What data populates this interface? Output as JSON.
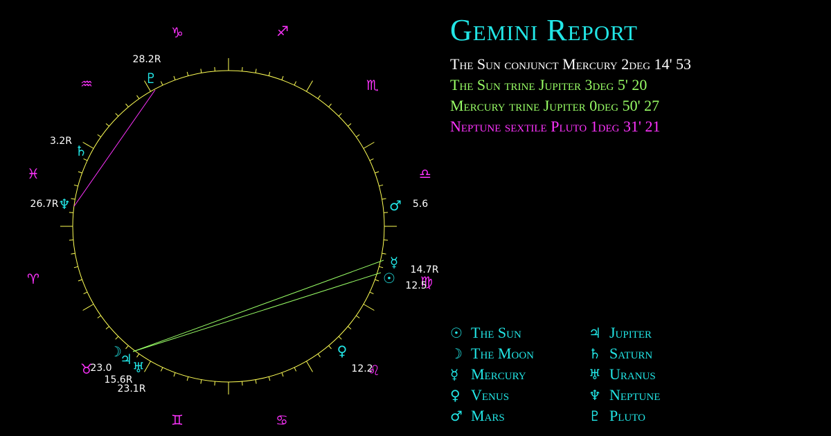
{
  "report": {
    "title": "Gemini Report",
    "title_color": "#22e6e6",
    "aspects": [
      {
        "text": "The Sun conjunct Mercury 2deg 14' 53",
        "color": "#ffffff"
      },
      {
        "text": "The Sun trine Jupiter 3deg 5' 20",
        "color": "#99ff66"
      },
      {
        "text": "Mercury trine Jupiter 0deg 50' 27",
        "color": "#99ff66"
      },
      {
        "text": "Neptune sextile Pluto 1deg 31' 21",
        "color": "#ff33ff"
      }
    ]
  },
  "legend": [
    {
      "glyph": "☉",
      "name": "The Sun"
    },
    {
      "glyph": "♃",
      "name": "Jupiter"
    },
    {
      "glyph": "☽",
      "name": "The Moon"
    },
    {
      "glyph": "♄",
      "name": "Saturn"
    },
    {
      "glyph": "☿",
      "name": "Mercury"
    },
    {
      "glyph": "♅",
      "name": "Uranus"
    },
    {
      "glyph": "♀",
      "name": "Venus"
    },
    {
      "glyph": "♆",
      "name": "Neptune"
    },
    {
      "glyph": "♂",
      "name": "Mars"
    },
    {
      "glyph": "♇",
      "name": "Pluto"
    }
  ],
  "colors": {
    "planet": "#22e6e6",
    "sign": "#ff33ff",
    "wheel": "#ffff55",
    "trine": "#99ff66",
    "sextile": "#ff33ff",
    "legend_text": "#22e6e6"
  },
  "signs": [
    {
      "glyph": "♑",
      "name": "capricorn"
    },
    {
      "glyph": "♐",
      "name": "sagittarius"
    },
    {
      "glyph": "♏",
      "name": "scorpio"
    },
    {
      "glyph": "♎",
      "name": "libra"
    },
    {
      "glyph": "♍",
      "name": "virgo"
    },
    {
      "glyph": "♌",
      "name": "leo"
    },
    {
      "glyph": "♋",
      "name": "cancer"
    },
    {
      "glyph": "♊",
      "name": "gemini"
    },
    {
      "glyph": "♉",
      "name": "taurus"
    },
    {
      "glyph": "♈",
      "name": "aries"
    },
    {
      "glyph": "♓",
      "name": "pisces"
    },
    {
      "glyph": "♒",
      "name": "aquarius"
    }
  ],
  "planets": [
    {
      "name": "pluto",
      "glyph": "♇",
      "label": "28.2R"
    },
    {
      "name": "saturn",
      "glyph": "♄",
      "label": "3.2R"
    },
    {
      "name": "neptune",
      "glyph": "♆",
      "label": "26.7R"
    },
    {
      "name": "mars",
      "glyph": "♂",
      "label": "5.6"
    },
    {
      "name": "mercury",
      "glyph": "☿",
      "label": "14.7R"
    },
    {
      "name": "sun",
      "glyph": "☉",
      "label": "12.5"
    },
    {
      "name": "venus",
      "glyph": "♀",
      "label": "12.2"
    },
    {
      "name": "moon",
      "glyph": "☽",
      "label": "23.0"
    },
    {
      "name": "jupiter",
      "glyph": "♃",
      "label": "15.6R"
    },
    {
      "name": "uranus",
      "glyph": "♅",
      "label": "23.1R"
    }
  ]
}
